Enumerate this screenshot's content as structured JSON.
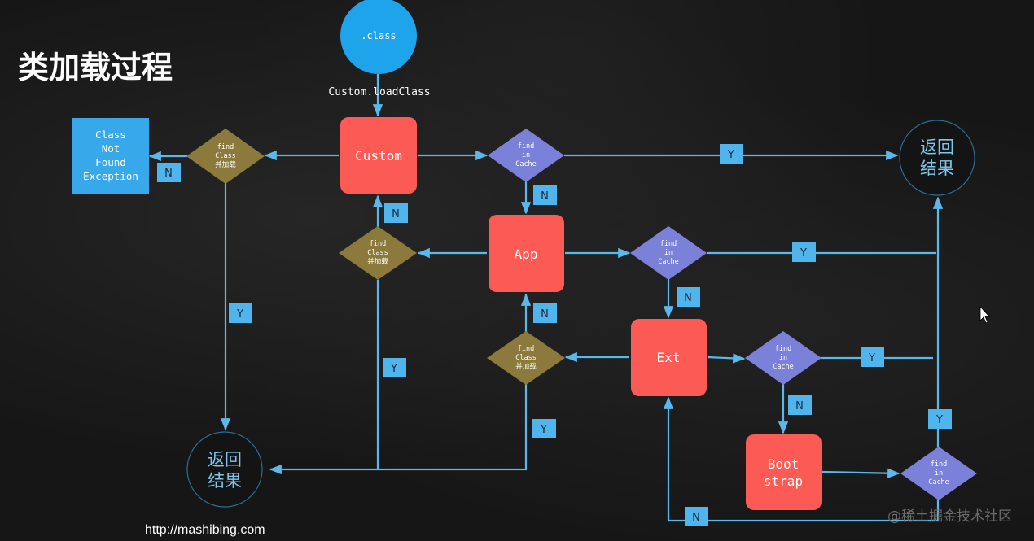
{
  "title": "类加载过程",
  "start_node": ".class",
  "start_call": "Custom.loadClass",
  "loaders": {
    "custom": "Custom",
    "app": "App",
    "ext": "Ext",
    "boot_line1": "Boot",
    "boot_line2": "strap"
  },
  "find_in_cache": [
    "find",
    "in",
    "Cache"
  ],
  "find_class": [
    "find",
    "Class",
    "并加载"
  ],
  "not_found": [
    "Class",
    "Not",
    "Found",
    "Exception"
  ],
  "result": [
    "返回",
    "结果"
  ],
  "yes_label": "Y",
  "no_label": "N",
  "url": "http://mashibing.com",
  "watermark": "@稀土掘金技术社区",
  "colors": {
    "loader": "#fb5b54",
    "cache_diamond": "#7b80d8",
    "class_diamond": "#8c7a3c",
    "start": "#1ea4ea",
    "exception": "#37a8ea",
    "edge": "#5ab8ea",
    "flag": "#4fb5ec"
  }
}
